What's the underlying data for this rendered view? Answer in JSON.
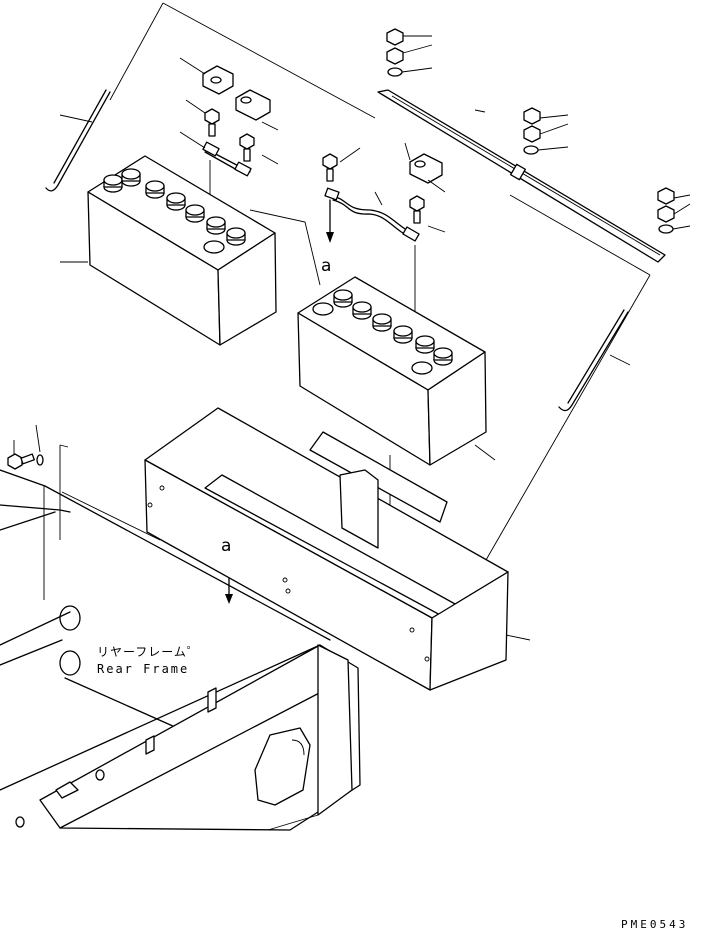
{
  "diagram": {
    "callout_a_upper": "a",
    "callout_a_lower": "a",
    "frame_label_jp": "リヤーフレーム゜",
    "frame_label_en": "Rear Frame",
    "drawing_code": "PME0543"
  },
  "colors": {
    "ink": "#000000",
    "paper": "#ffffff"
  }
}
